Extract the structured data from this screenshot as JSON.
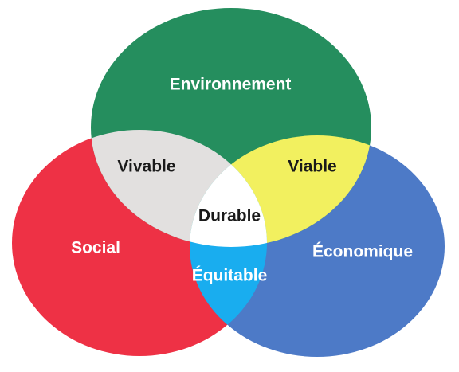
{
  "diagram": {
    "sets": [
      {
        "key": "environment",
        "label": "Environnement",
        "color": "#258E5E",
        "text_color": "#ffffff"
      },
      {
        "key": "social",
        "label": "Social",
        "color": "#EE3145",
        "text_color": "#ffffff"
      },
      {
        "key": "economic",
        "label": "Économique",
        "color": "#4D7AC7",
        "text_color": "#ffffff"
      }
    ],
    "intersections": [
      {
        "key": "environment_social",
        "label": "Vivable",
        "color": "#E2E0DF",
        "text_color": "#1a1a1a"
      },
      {
        "key": "environment_economic",
        "label": "Viable",
        "color": "#F2F05F",
        "text_color": "#1a1a1a"
      },
      {
        "key": "social_economic",
        "label": "Équitable",
        "color": "#19ADEF",
        "text_color": "#ffffff"
      },
      {
        "key": "all",
        "label": "Durable",
        "color": "#FFFFFF",
        "text_color": "#1a1a1a"
      }
    ]
  }
}
